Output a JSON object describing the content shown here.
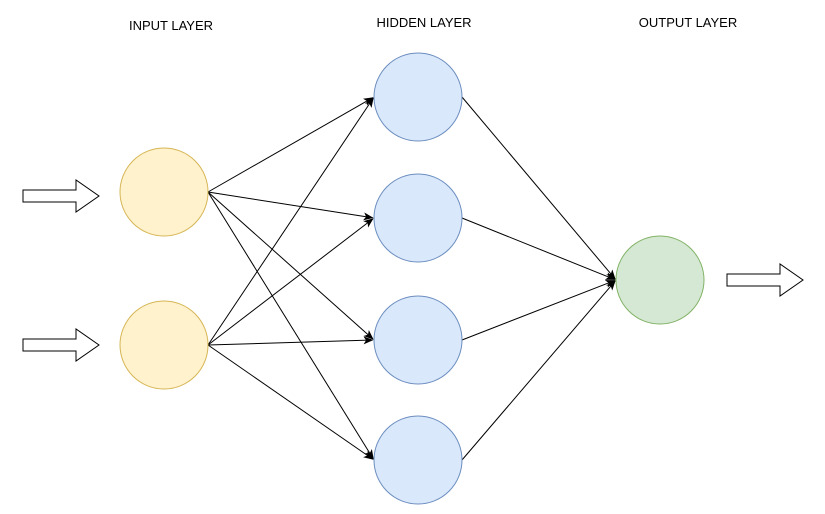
{
  "labels": {
    "input_layer": "INPUT LAYER",
    "hidden_layer": "HIDDEN LAYER",
    "output_layer": "OUTPUT LAYER"
  },
  "layers": {
    "input": {
      "neuron_count": 2,
      "fill": "#fff2cc",
      "stroke": "#d6b656"
    },
    "hidden": {
      "neuron_count": 4,
      "fill": "#dae8fc",
      "stroke": "#6c8ebf"
    },
    "output": {
      "neuron_count": 1,
      "fill": "#d5e8d4",
      "stroke": "#82b366"
    }
  },
  "connections": {
    "input_to_hidden": "fully-connected",
    "hidden_to_output": "fully-connected"
  },
  "arrows": {
    "incoming_count": 2,
    "outgoing_count": 1,
    "style": "hollow-block"
  }
}
